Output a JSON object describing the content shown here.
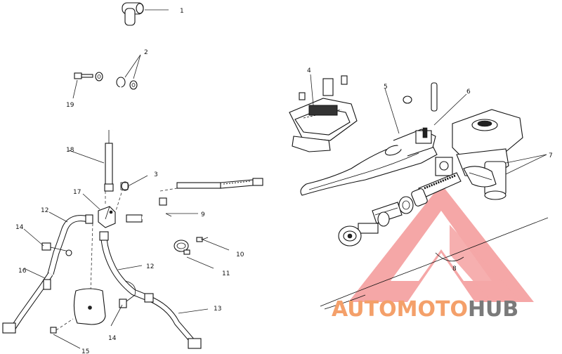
{
  "callouts": [
    {
      "id": "c1",
      "label": "1"
    },
    {
      "id": "c2",
      "label": "2"
    },
    {
      "id": "c3",
      "label": "3"
    },
    {
      "id": "c4",
      "label": "4"
    },
    {
      "id": "c5",
      "label": "5"
    },
    {
      "id": "c6",
      "label": "6"
    },
    {
      "id": "c7",
      "label": "7"
    },
    {
      "id": "c8",
      "label": "8"
    },
    {
      "id": "c9",
      "label": "9"
    },
    {
      "id": "c10",
      "label": "10"
    },
    {
      "id": "c11",
      "label": "11"
    },
    {
      "id": "c12a",
      "label": "12"
    },
    {
      "id": "c12b",
      "label": "12"
    },
    {
      "id": "c13",
      "label": "13"
    },
    {
      "id": "c14a",
      "label": "14"
    },
    {
      "id": "c14b",
      "label": "14"
    },
    {
      "id": "c15",
      "label": "15"
    },
    {
      "id": "c16",
      "label": "16"
    },
    {
      "id": "c17",
      "label": "17"
    },
    {
      "id": "c18",
      "label": "18"
    },
    {
      "id": "c19",
      "label": "19"
    }
  ],
  "watermark": {
    "part1": "AUTO",
    "part2": "MOTO",
    "part3": "HUB",
    "color_primary": "#f4a06a",
    "color_secondary": "#7a7a7a",
    "logo_color": "#f28a8a"
  }
}
